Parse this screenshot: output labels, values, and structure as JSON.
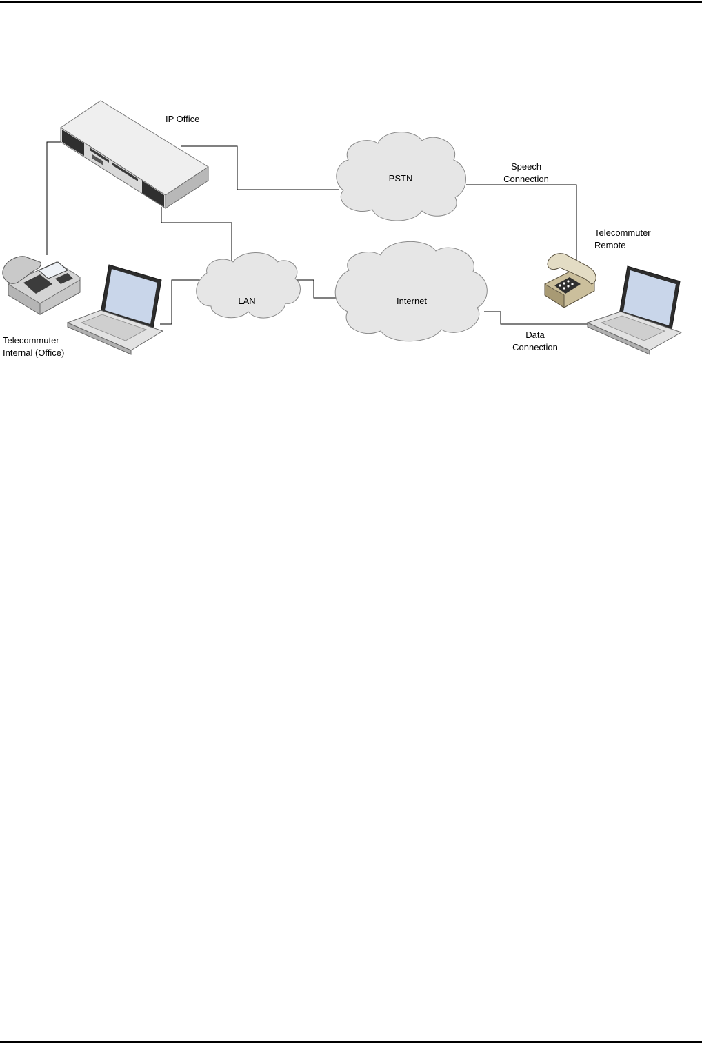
{
  "diagram": {
    "nodes": {
      "ip_office": {
        "label": "IP Office"
      },
      "pstn": {
        "label": "PSTN"
      },
      "lan": {
        "label": "LAN"
      },
      "internet": {
        "label": "Internet"
      }
    },
    "labels": {
      "speech_line1": "Speech",
      "speech_line2": "Connection",
      "remote_line1": "Telecommuter",
      "remote_line2": "Remote",
      "internal_line1": "Telecommuter",
      "internal_line2": "Internal (Office)",
      "data_line1": "Data",
      "data_line2": "Connection"
    },
    "colors": {
      "cloud_fill": "#e6e6e6",
      "device_body": "#d9d9d9",
      "device_dark": "#2f2f2f",
      "screen": "#c9d6ea",
      "beige_phone": "#cbbf9c"
    },
    "icons": [
      "server-icon",
      "desk-phone-icon",
      "laptop-icon",
      "rotary-phone-icon",
      "cloud-icon"
    ]
  }
}
